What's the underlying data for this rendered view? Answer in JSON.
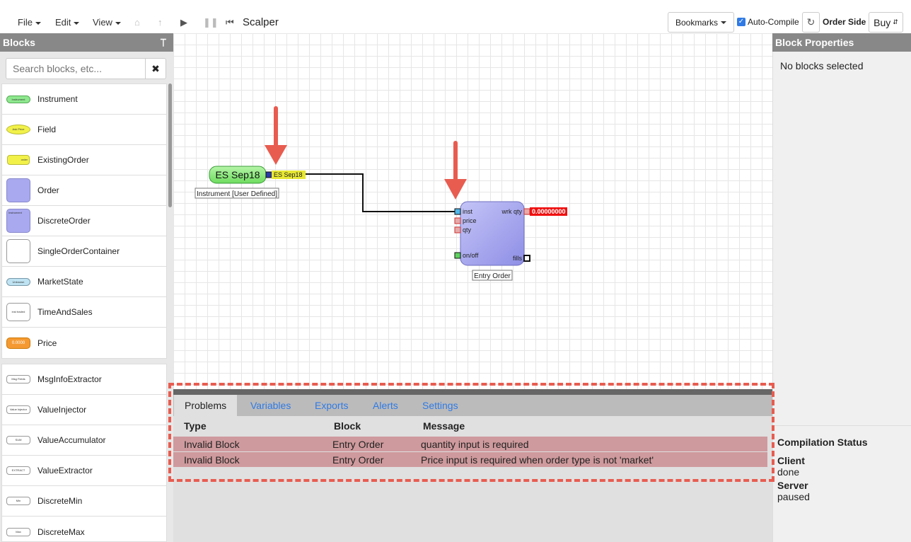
{
  "toolbar": {
    "menus": [
      "File",
      "Edit",
      "View"
    ],
    "strategy_name": "Scalper",
    "bookmarks_label": "Bookmarks",
    "auto_compile_label": "Auto-Compile",
    "order_side_label": "Order Side",
    "order_side_value": "Buy"
  },
  "blocks_panel": {
    "title": "Blocks",
    "search_placeholder": "Search blocks, etc...",
    "groups": [
      {
        "items": [
          {
            "label": "Instrument",
            "thumb": "Instrument"
          },
          {
            "label": "Field",
            "thumb": "Ask Price"
          },
          {
            "label": "ExistingOrder",
            "thumb": "order"
          },
          {
            "label": "Order",
            "thumb": ""
          },
          {
            "label": "DiscreteOrder",
            "thumb": "Instrument"
          },
          {
            "label": "SingleOrderContainer",
            "thumb": ""
          },
          {
            "label": "MarketState",
            "thumb": "Unknown"
          },
          {
            "label": "TimeAndSales",
            "thumb": "inst  traded"
          },
          {
            "label": "Price",
            "thumb": "0.0000"
          }
        ]
      },
      {
        "items": [
          {
            "label": "MsgInfoExtractor",
            "thumb": "Msg Fields"
          },
          {
            "label": "ValueInjector",
            "thumb": "Value Injector"
          },
          {
            "label": "ValueAccumulator",
            "thumb": "SUM"
          },
          {
            "label": "ValueExtractor",
            "thumb": "EXTRACT"
          },
          {
            "label": "DiscreteMin",
            "thumb": "Min"
          },
          {
            "label": "DiscreteMax",
            "thumb": "Max"
          }
        ]
      }
    ]
  },
  "canvas": {
    "instrument_block": {
      "label": "ES Sep18",
      "output_label": "ES Sep18",
      "caption": "Instrument [User Defined]"
    },
    "order_block": {
      "caption": "Entry Order",
      "inputs": [
        "inst",
        "price",
        "qty",
        "on/off"
      ],
      "outputs": [
        "wrk qty",
        "fills"
      ],
      "wrk_qty_value": "0.00000000"
    }
  },
  "props_panel": {
    "title": "Block Properties",
    "empty_text": "No blocks selected",
    "compilation_status_title": "Compilation Status",
    "client_label": "Client",
    "client_value": "done",
    "server_label": "Server",
    "server_value": "paused"
  },
  "bottom_panel": {
    "tabs": [
      "Problems",
      "Variables",
      "Exports",
      "Alerts",
      "Settings"
    ],
    "active_tab": "Problems",
    "columns": [
      "Type",
      "Block",
      "Message"
    ],
    "rows": [
      {
        "type": "Invalid Block",
        "block": "Entry Order",
        "message": "quantity input is required"
      },
      {
        "type": "Invalid Block",
        "block": "Entry Order",
        "message": "Price input is required when order type is not 'market'"
      }
    ]
  },
  "colors": {
    "accent": "#2f7ae5",
    "error_row": "#cf9a9d",
    "annotation": "#e85c50",
    "order_block": "#a9a9f0",
    "instrument_block": "#8ee88e"
  }
}
